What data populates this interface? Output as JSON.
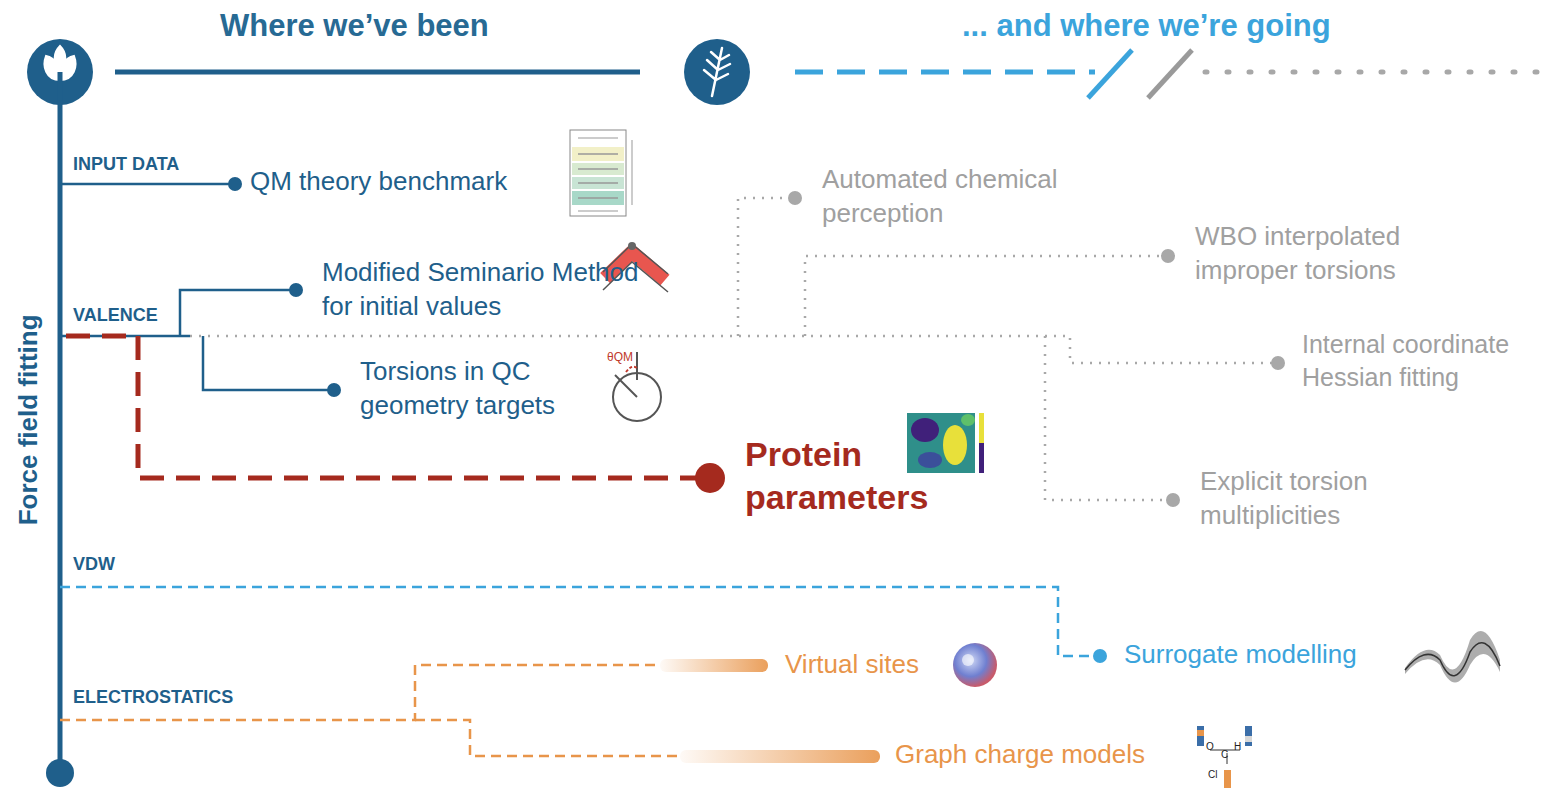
{
  "diagram": {
    "labels": [
      "Where we’ve been",
      "... and where we’re going",
      "Force field fitting",
      "INPUT DATA",
      "QM theory benchmark",
      "VALENCE",
      "Modified Seminario Method for initial values",
      "Torsions in QC geometry targets",
      "Protein parameters",
      "Automated chemical perception",
      "WBO interpolated improper torsions",
      "Internal coordinate Hessian fitting",
      "Explicit torsion multiplicities",
      "VDW",
      "Surrogate modelling",
      "ELECTROSTATICS",
      "Virtual sites",
      "Graph charge models",
      "θQM",
      "O",
      "C",
      "H",
      "Cl"
    ]
  }
}
